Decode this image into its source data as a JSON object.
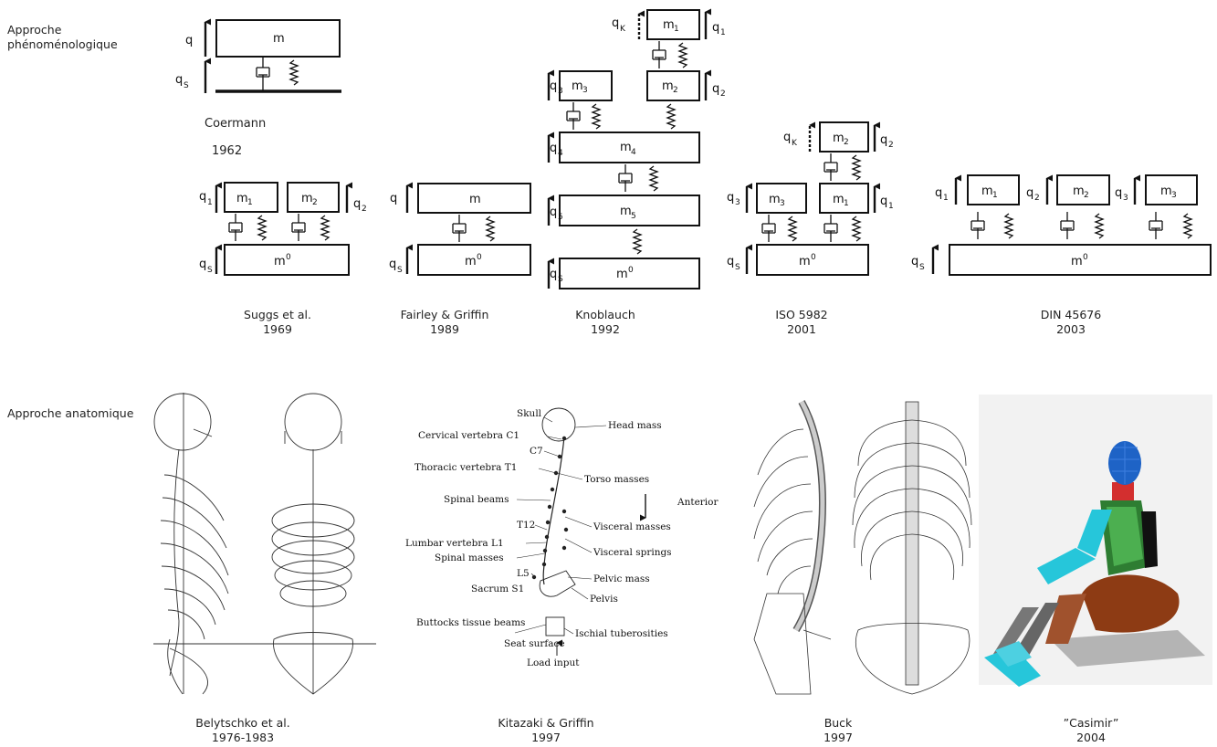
{
  "rows": {
    "phenomenological_label": "Approche phénoménologique",
    "anatomical_label": "Approche anatomique"
  },
  "models": [
    {
      "name": "Coermann",
      "year": "1962"
    },
    {
      "name": "Suggs et al.",
      "year": "1969"
    },
    {
      "name": "Fairley & Griffin",
      "year": "1989"
    },
    {
      "name": "Knoblauch",
      "year": "1992"
    },
    {
      "name": "ISO 5982",
      "year": "2001"
    },
    {
      "name": "DIN 45676",
      "year": "2003"
    }
  ],
  "anatomical_models": [
    {
      "name": "Belytschko et al.",
      "year": "1976-1983"
    },
    {
      "name": "Kitazaki & Griffin",
      "year": "1997"
    },
    {
      "name": "Buck",
      "year": "1997"
    },
    {
      "name": "”Casimir”",
      "year": "2004"
    }
  ],
  "kitazaki_labels": {
    "left": [
      "Skull",
      "Cervical vertebra C1",
      "C7",
      "Thoracic vertebra T1",
      "Spinal beams",
      "T12",
      "Lumbar vertebra L1",
      "Spinal masses",
      "L5",
      "Sacrum S1",
      "Buttocks tissue beams",
      "Seat surface",
      "Load input"
    ],
    "right": [
      "Head mass",
      "Torso masses",
      "Anterior",
      "Visceral masses",
      "Visceral springs",
      "Pelvic mass",
      "Pelvis",
      "Ischial tuberosities"
    ]
  },
  "symbols": {
    "m": "m",
    "m0": "m",
    "m0_sup": "0",
    "m1": "m",
    "m2": "m",
    "m3": "m",
    "m4": "m",
    "m5": "m",
    "q": "q",
    "qS_sub": "S",
    "qK_sub": "K"
  }
}
